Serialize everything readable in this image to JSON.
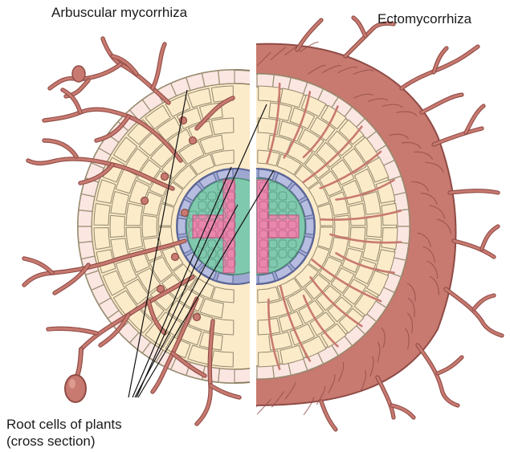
{
  "labels": {
    "left_title": "Arbuscular mycorrhiza",
    "right_title": "Ectomycorrhiza",
    "callout_line1": "Root cells of plants",
    "callout_line2": "(cross section)"
  },
  "colors": {
    "cortex_fill": "#fcebc9",
    "cell_wall": "#9a8f74",
    "epidermis_fill": "#fbe6e2",
    "endodermis_fill": "#9ea7d0",
    "endodermis_stroke": "#5b6597",
    "xylem_fill": "#e987ad",
    "phloem_fill": "#7fc9ae",
    "hypha": "#c87a70",
    "hypha_edge": "#8f4b45",
    "leader_line": "#111111"
  },
  "icons": [
    "hyphae",
    "spore",
    "root-cross-section"
  ]
}
